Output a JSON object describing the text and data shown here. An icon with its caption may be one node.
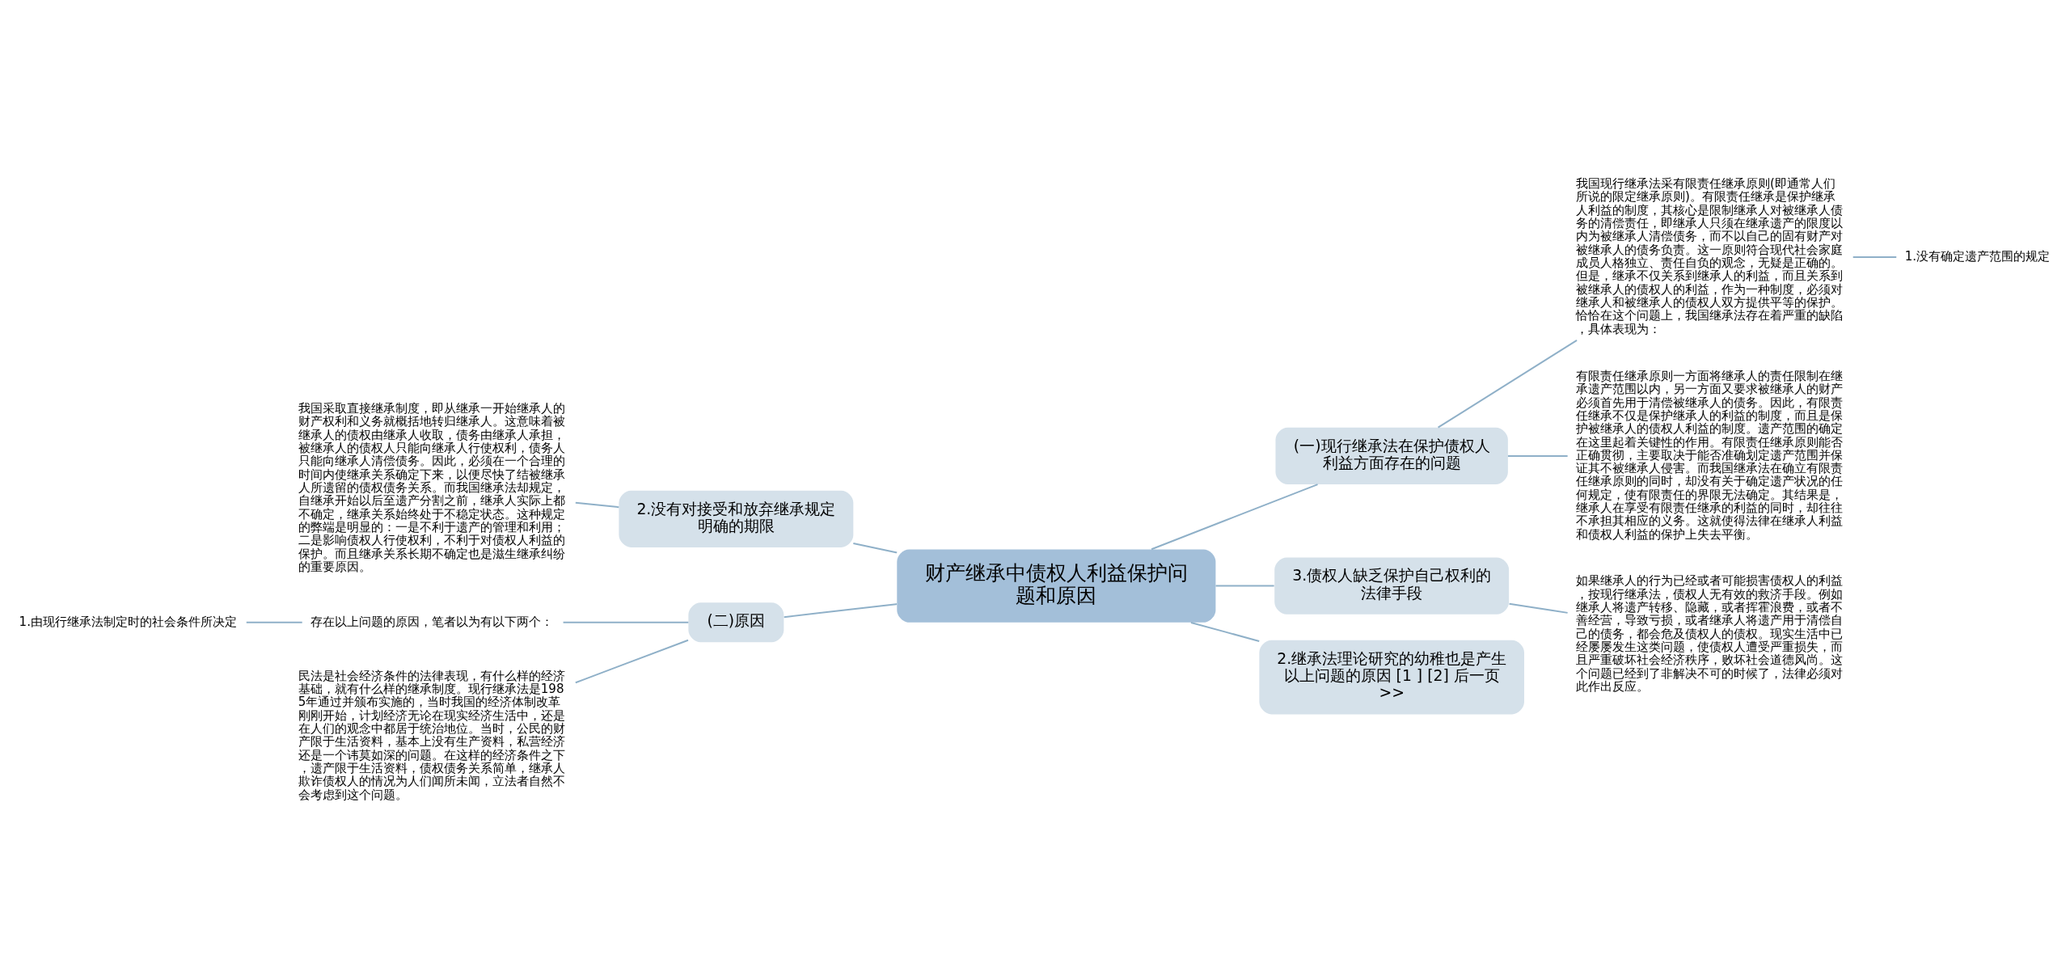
{
  "diagram": {
    "nodes": [
      {
        "text": [
          "财产继承中债权人利益保护问题和原因"
        ]
      },
      {
        "text": [
          "(一)现行继承法在保护债权人利益方面存在的问题"
        ]
      },
      {
        "text": [
          "我国现行继承法采有限责任继承原则(即通常人们所说的限定继承原则)。有限责任继承是保护继承人利益的制度，其核心是限制继承人对被继承人债务的清偿责任，即继承人只须在继承遗产的限度以内为被继承人清偿债务，而不以自己的固有财产对被继承人的债务负责。这一原则符合现代社会家庭成员人格独立、责任自负的观念，无疑是正确的。但是，继承不仅关系到继承人的利益，而且关系到被继承人的债权人的利益，作为一种制度，必须对继承人和被继承人的债权人双方提供平等的保护。恰恰在这个问题上，我国继承法存在着严重的缺陷，具体表现为："
        ]
      },
      {
        "text": [
          "1.没有确定遗产范围的规定"
        ]
      },
      {
        "text": [
          "有限责任继承原则一方面将继承人的责任限制在继承遗产范围以内，另一方面又要求被继承人的财产必须首先用于清偿被继承人的债务。因此，有限责任继承不仅是保护继承人的利益的制度，而且是保护被继承人的债权人利益的制度。遗产范围的确定在这里起着关键性的作用。有限责任继承原则能否正确贯彻，主要取决于能否准确划定遗产范围并保证其不被继承人侵害。而我国继承法在确立有限责任继承原则的同时，却没有关于确定遗产状况的任何规定，使有限责任的界限无法确定。其结果是，继承人在享受有限责任继承的利益的同时，却往往不承担其相应的义务。这就使得法律在继承人利益和债权人利益的保护上失去平衡。"
        ]
      },
      {
        "text": [
          "3.债权人缺乏保护自己权利的法律手段"
        ]
      },
      {
        "text": [
          "如果继承人的行为已经或者可能损害债权人的利益，按现行继承法，债权人无有效的救济手段。例如继承人将遗产转移、隐藏，或者挥霍浪费，或者不善经营，导致亏损，或者继承人将遗产用于清偿自己的债务，都会危及债权人的债权。现实生活中已经屡屡发生这类问题，使债权人遭受严重损失，而且严重破坏社会经济秩序，败坏社会道德风尚。这个问题已经到了非解决不可的时候了，法律必须对此作出反应。"
        ]
      },
      {
        "text": [
          "2.继承法理论研究的幼稚也是产生以上问题的原因 [1 ] [2] 后一页>>"
        ]
      },
      {
        "text": [
          "2.没有对接受和放弃继承规定明确的期限"
        ]
      },
      {
        "text": [
          "我国采取直接继承制度，即从继承一开始继承人的财产权利和义务就概括地转归继承人。这意味着被继承人的债权由继承人收取，债务由继承人承担，被继承人的债权人只能向继承人行使权利，债务人只能向继承人清偿债务。因此，必须在一个合理的时间内使继承关系确定下来，以便尽快了结被继承人所遗留的债权债务关系。而我国继承法却规定，自继承开始以后至遗产分割之前，继承人实际上都不确定，继承关系始终处于不稳定状态。这种规定的弊端是明显的：一是不利于遗产的管理和利用；二是影响债权人行使权利，不利于对债权人利益的保护。而且继承关系长期不确定也是滋生继承纠纷的重要原因。"
        ]
      },
      {
        "text": [
          "(二)原因"
        ]
      },
      {
        "text": [
          "存在以上问题的原因，笔者以为有以下两个："
        ]
      },
      {
        "text": [
          "1.由现行继承法制定时的社会条件所决定"
        ]
      },
      {
        "text": [
          "民法是社会经济条件的法律表现，有什么样的经济基础，就有什么样的继承制度。现行继承法是1985年通过并颁布实施的，当时我国的经济体制改革刚刚开始，计划经济无论在现实经济生活中，还是在人们的观念中都居于统治地位。当时，公民的财产限于生活资料，基本上没有生产资料，私营经济还是一个讳莫如深的问题。在这样的经济条件之下，遗产限于生活资料，债权债务关系简单，继承人欺诈债权人的情况为人们闻所未闻，立法者自然不会考虑到这个问题。"
        ]
      }
    ],
    "edges": [
      {
        "from": 0,
        "to": 1,
        "arrow": "none"
      },
      {
        "from": 1,
        "to": 2,
        "arrow": "none"
      },
      {
        "from": 2,
        "to": 3,
        "arrow": "none"
      },
      {
        "from": 1,
        "to": 4,
        "arrow": "none"
      },
      {
        "from": 0,
        "to": 5,
        "arrow": "none"
      },
      {
        "from": 5,
        "to": 6,
        "arrow": "none"
      },
      {
        "from": 0,
        "to": 7,
        "arrow": "none"
      },
      {
        "from": 0,
        "to": 8,
        "arrow": "none"
      },
      {
        "from": 8,
        "to": 9,
        "arrow": "none"
      },
      {
        "from": 0,
        "to": 10,
        "arrow": "none"
      },
      {
        "from": 10,
        "to": 11,
        "arrow": "none"
      },
      {
        "from": 11,
        "to": 12,
        "arrow": "none"
      },
      {
        "from": 10,
        "to": 13,
        "arrow": "none"
      }
    ]
  }
}
